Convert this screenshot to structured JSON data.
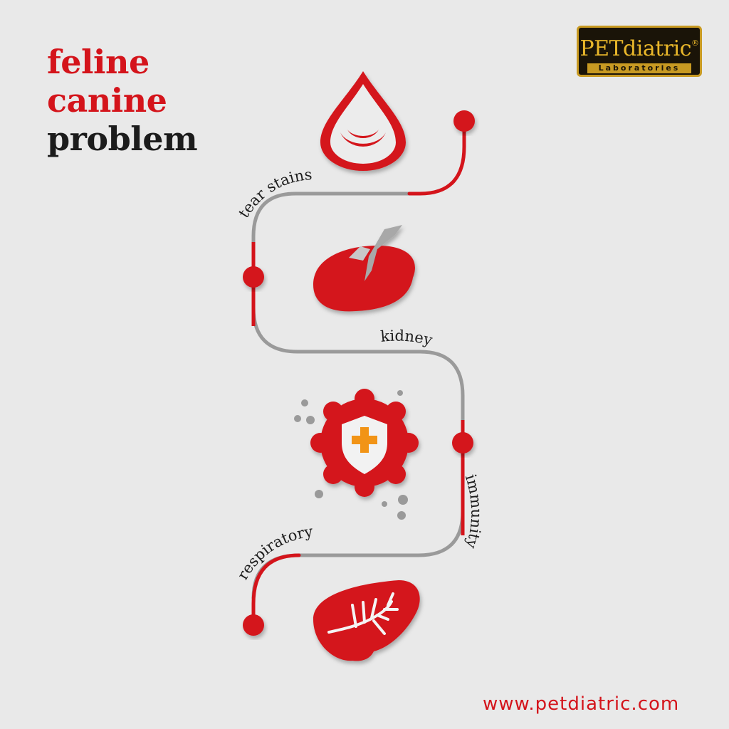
{
  "title": {
    "line1": "feline",
    "line2": "canine",
    "line3": "problem"
  },
  "brand": {
    "name": "PETdiatric",
    "registered_mark": "®",
    "tagline": "Laboratories"
  },
  "stages": [
    {
      "label": "tear stains",
      "icon": "tear-drop-icon"
    },
    {
      "label": "kidney",
      "icon": "kidney-icon"
    },
    {
      "label": "immunity",
      "icon": "shield-cross-icon"
    },
    {
      "label": "respiratory",
      "icon": "lung-icon"
    }
  ],
  "website": "www.petdiatric.com",
  "colors": {
    "background": "#e9e9e9",
    "accent_red": "#d4141b",
    "dark_text": "#1c1c1c",
    "path_gray": "#9a9a9a",
    "logo_gold": "#e9b72a",
    "cross_orange": "#f29418"
  }
}
